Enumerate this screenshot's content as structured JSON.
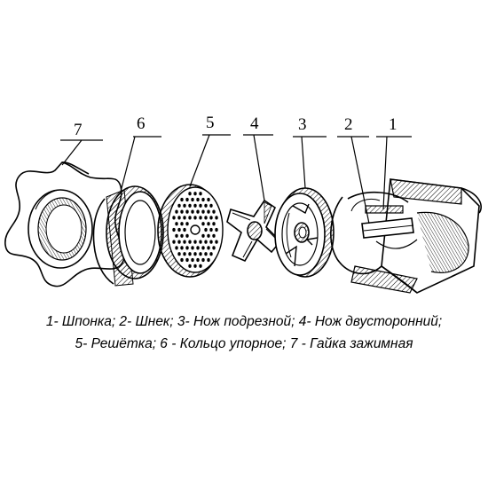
{
  "labels": [
    {
      "number": "7",
      "part": "7"
    },
    {
      "number": "6",
      "part": "6"
    },
    {
      "number": "5",
      "part": "5"
    },
    {
      "number": "4",
      "part": "4"
    },
    {
      "number": "3",
      "part": "3"
    },
    {
      "number": "2",
      "part": "2"
    },
    {
      "number": "1",
      "part": "1"
    }
  ],
  "caption": {
    "line1": "1- Шпонка; 2- Шнек; 3- Нож подрезной; 4- Нож двусторонний;",
    "line2": "5- Решётка; 6 - Кольцо упорное; 7 - Гайка зажимная"
  },
  "colors": {
    "ink": "#000000",
    "background": "#ffffff"
  }
}
